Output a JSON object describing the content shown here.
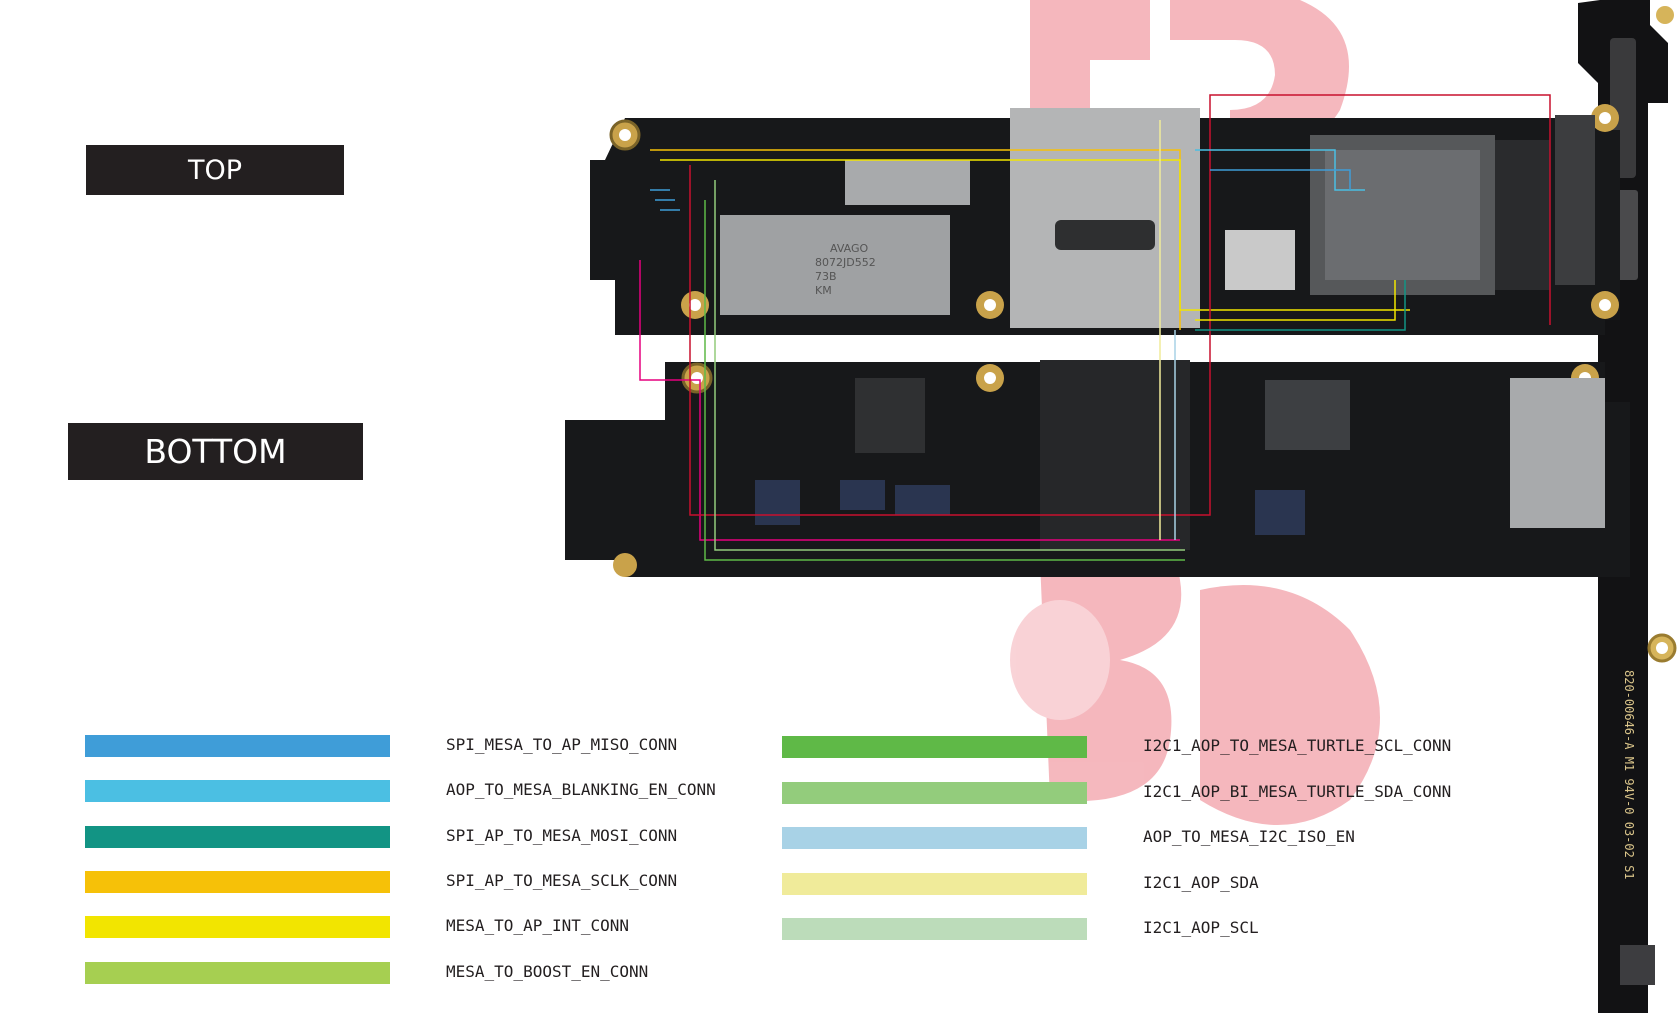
{
  "labels": {
    "top": "TOP",
    "bottom": "BOTTOM"
  },
  "board_print": {
    "chip_line1": "AVAGO",
    "chip_line2": "8072JD552",
    "chip_line3": "73B",
    "chip_line4": "KM",
    "pcb_text": "820-00646-A  M1 94V-0  03-02 S1"
  },
  "legend": {
    "left": [
      {
        "color": "#3f9dd8",
        "label": "SPI_MESA_TO_AP_MISO_CONN"
      },
      {
        "color": "#4bbfe3",
        "label": "AOP_TO_MESA_BLANKING_EN_CONN"
      },
      {
        "color": "#129484",
        "label": "SPI_AP_TO_MESA_MOSI_CONN"
      },
      {
        "color": "#f6c108",
        "label": "SPI_AP_TO_MESA_SCLK_CONN"
      },
      {
        "color": "#f2e500",
        "label": "MESA_TO_AP_INT_CONN"
      },
      {
        "color": "#a6cf51",
        "label": "MESA_TO_BOOST_EN_CONN"
      }
    ],
    "right": [
      {
        "color": "#5fb947",
        "label": "I2C1_AOP_TO_MESA_TURTLE_SCL_CONN"
      },
      {
        "color": "#93cc7c",
        "label": "I2C1_AOP_BI_MESA_TURTLE_SDA_CONN"
      },
      {
        "color": "#a8d2e6",
        "label": "AOP_TO_MESA_I2C_ISO_EN"
      },
      {
        "color": "#f0eb9a",
        "label": "I2C1_AOP_SDA"
      },
      {
        "color": "#bcdcba",
        "label": "I2C1_AOP_SCL"
      }
    ]
  }
}
